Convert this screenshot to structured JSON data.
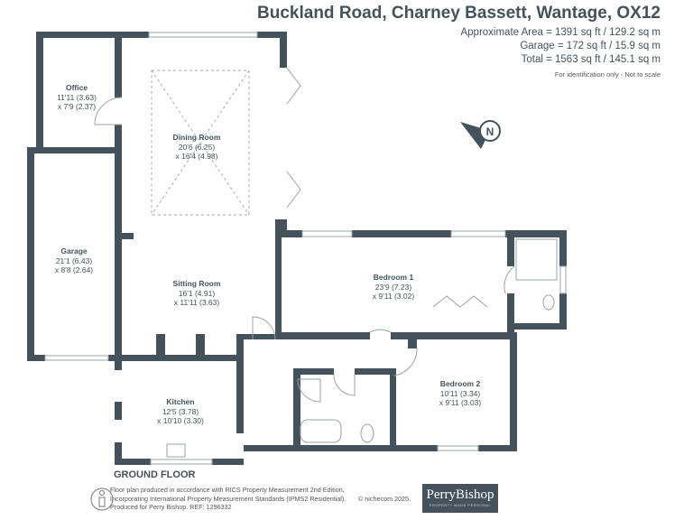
{
  "header": {
    "title": "Buckland Road, Charney Bassett, Wantage, OX12",
    "areas": [
      "Approximate Area = 1391 sq ft / 129.2 sq m",
      "Garage = 172 sq ft / 15.9 sq m",
      "Total = 1563 sq ft / 145.1 sq m"
    ],
    "disclaimer": "For identification only - Not to scale"
  },
  "compass": {
    "label": "N"
  },
  "rooms": [
    {
      "name": "Office",
      "dim1": "11'11 (3.63)",
      "dim2": "x 7'9 (2.37)"
    },
    {
      "name": "Dining Room",
      "dim1": "20'6 (6.25)",
      "dim2": "x 16'4 (4.98)"
    },
    {
      "name": "Garage",
      "dim1": "21'1 (6.43)",
      "dim2": "x 8'8 (2.64)"
    },
    {
      "name": "Sitting Room",
      "dim1": "16'1 (4.91)",
      "dim2": "x 11'11 (3.63)"
    },
    {
      "name": "Bedroom 1",
      "dim1": "23'9 (7.23)",
      "dim2": "x 9'11 (3.02)"
    },
    {
      "name": "Kitchen",
      "dim1": "12'5 (3.78)",
      "dim2": "x 10'10 (3.30)"
    },
    {
      "name": "Bedroom 2",
      "dim1": "10'11 (3.34)",
      "dim2": "x 9'11 (3.03)"
    }
  ],
  "footer": {
    "floor": "GROUND FLOOR",
    "lines": [
      "Floor plan produced in accordance with RICS Property Measurement 2nd Edition,",
      "Incorporating International Property Measurement Standards (IPMS2 Residential).",
      "Produced for Perry Bishop.   REF: 1296332"
    ],
    "copyright": "© nichecom 2025.",
    "logo": "PerryBishop",
    "logo_tag": "PROPERTY MADE PERSONAL"
  },
  "colors": {
    "wall": "#44525c"
  }
}
